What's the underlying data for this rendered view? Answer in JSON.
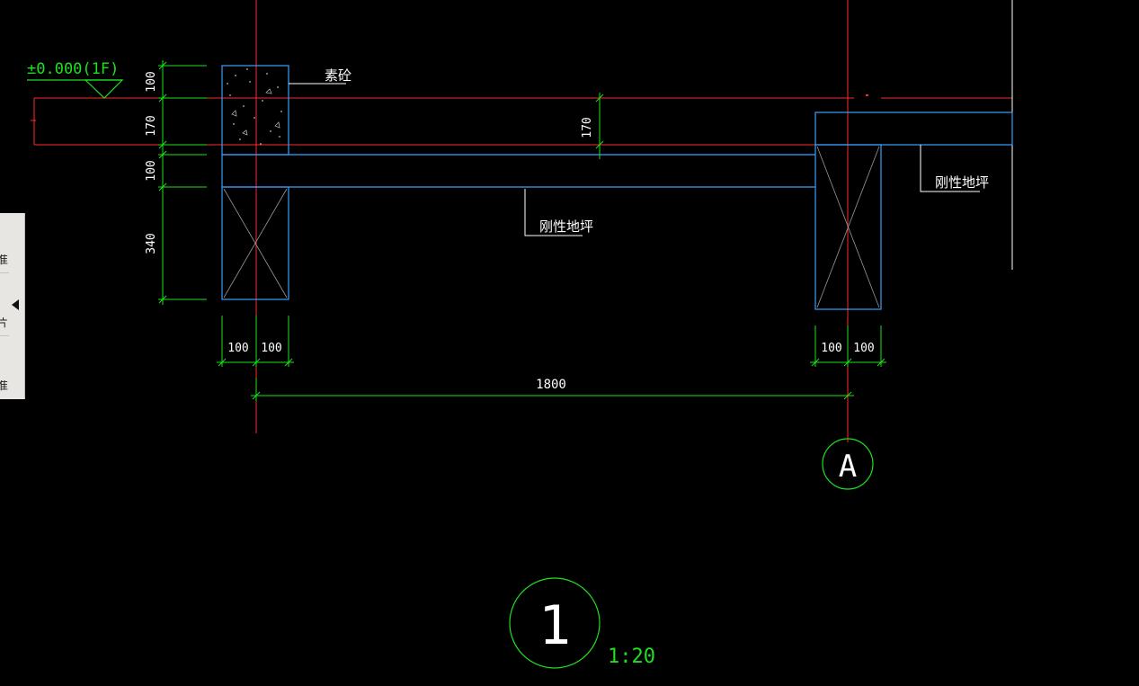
{
  "drawing": {
    "level_mark": "±0.000(1F)",
    "material_label": "素砼",
    "floor_label_1": "刚性地坪",
    "floor_label_2": "刚性地坪",
    "dim_v_1": "100",
    "dim_v_2": "170",
    "dim_v_3": "100",
    "dim_v_4": "340",
    "dim_v_mid": "170",
    "dim_h_left_1": "100",
    "dim_h_left_2": "100",
    "dim_h_right_1": "100",
    "dim_h_right_2": "100",
    "dim_span": "1800",
    "axis_label": "A",
    "detail_number": "1",
    "detail_scale": "1:20",
    "colors": {
      "background": "#000000",
      "axis_red": "#ff2a2a",
      "wall_blue": "#3aa0ff",
      "dimension_green": "#1ee01e",
      "text_white": "#ffffff",
      "hatch_gray": "#9a9a9a"
    }
  },
  "side_panel": {
    "item_1": "准",
    "item_2": "片",
    "item_3": "准",
    "toggle_icon": "triangle-left-icon"
  }
}
